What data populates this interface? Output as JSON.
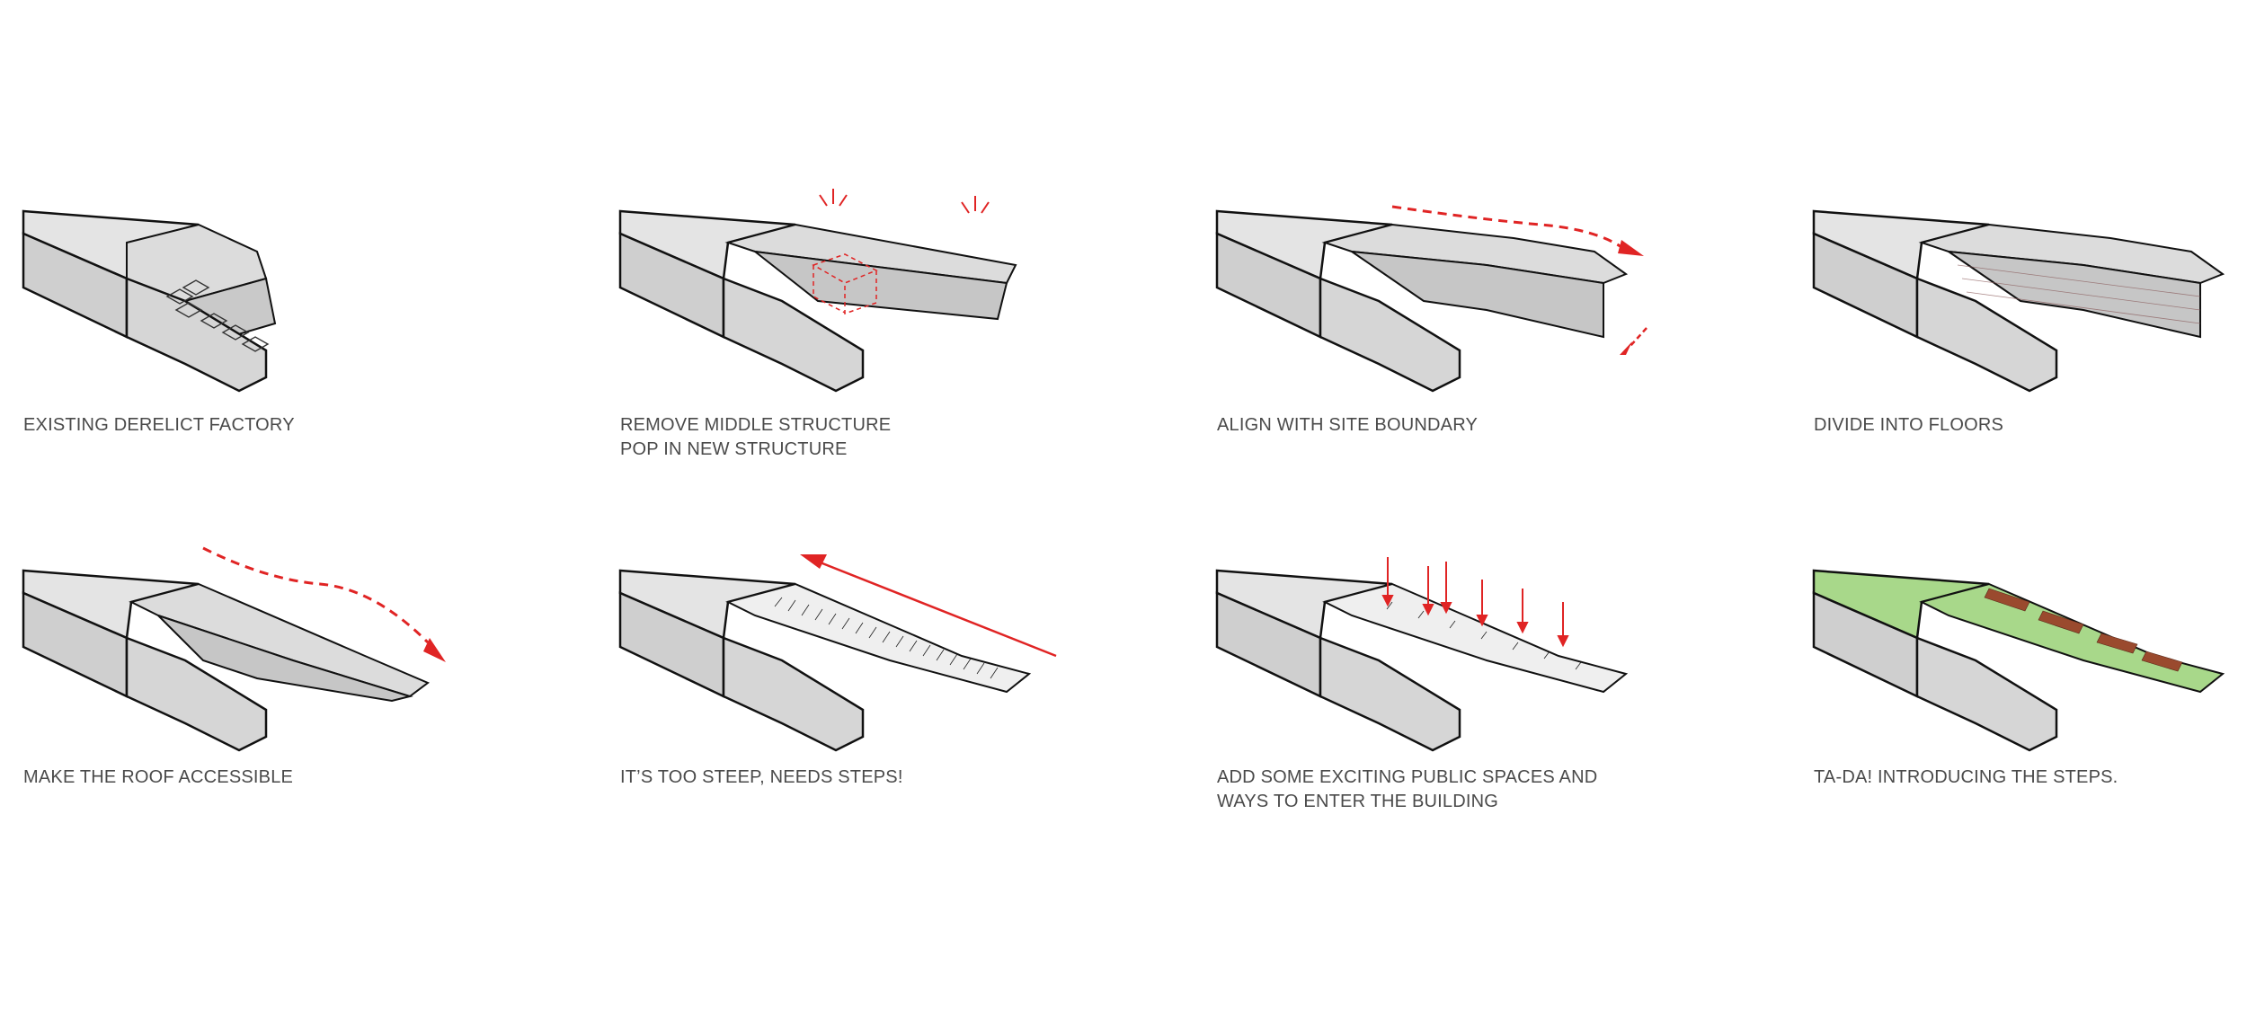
{
  "colors": {
    "outline": "#111111",
    "face_top": "#e4e4e4",
    "face_side": "#cfcfcf",
    "face_front": "#bdbdbd",
    "accent_red": "#e02424",
    "roof_green": "#a8d88a",
    "steps_brown": "#9a4a2e"
  },
  "panels": [
    {
      "id": "p1",
      "lines": [
        "EXISTING DERELICT FACTORY"
      ]
    },
    {
      "id": "p2",
      "lines": [
        "REMOVE MIDDLE STRUCTURE",
        "POP IN NEW STRUCTURE"
      ]
    },
    {
      "id": "p3",
      "lines": [
        "ALIGN WITH SITE BOUNDARY"
      ]
    },
    {
      "id": "p4",
      "lines": [
        "DIVIDE INTO FLOORS"
      ]
    },
    {
      "id": "p5",
      "lines": [
        "MAKE THE ROOF ACCESSIBLE"
      ]
    },
    {
      "id": "p6",
      "lines": [
        "IT’S TOO STEEP, NEEDS STEPS!"
      ]
    },
    {
      "id": "p7",
      "lines": [
        "ADD SOME EXCITING PUBLIC SPACES AND",
        "WAYS TO ENTER THE BUILDING"
      ]
    },
    {
      "id": "p8",
      "lines": [
        "TA-DA! INTRODUCING THE STEPS."
      ]
    }
  ]
}
